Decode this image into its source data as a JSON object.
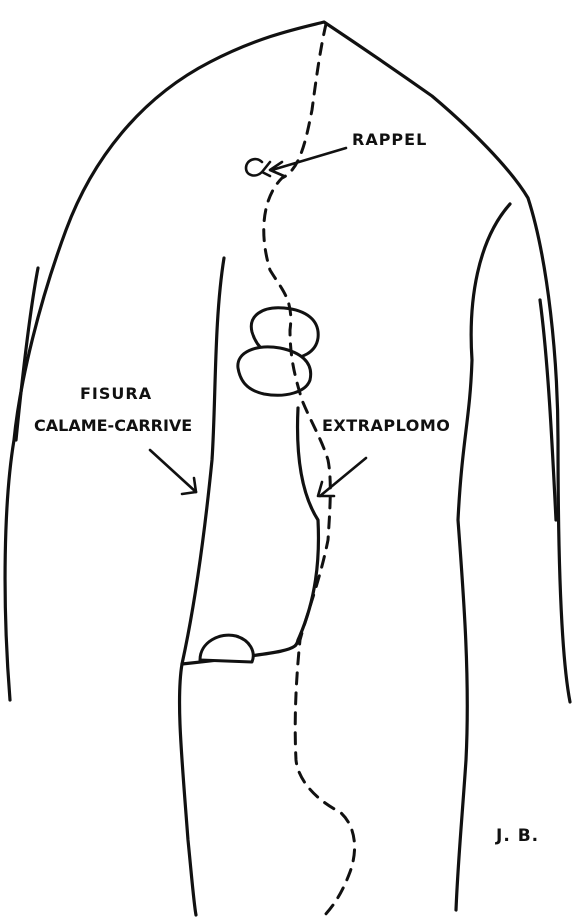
{
  "labels": {
    "rappel": "RAPPEL",
    "fisura_line1": "FISURA",
    "fisura_line2": "CALAME-CARRIVE",
    "extraplomo": "EXTRAPLOMO",
    "author": "J. B."
  },
  "colors": {
    "ink": "#111111",
    "paper": "#ffffff"
  }
}
